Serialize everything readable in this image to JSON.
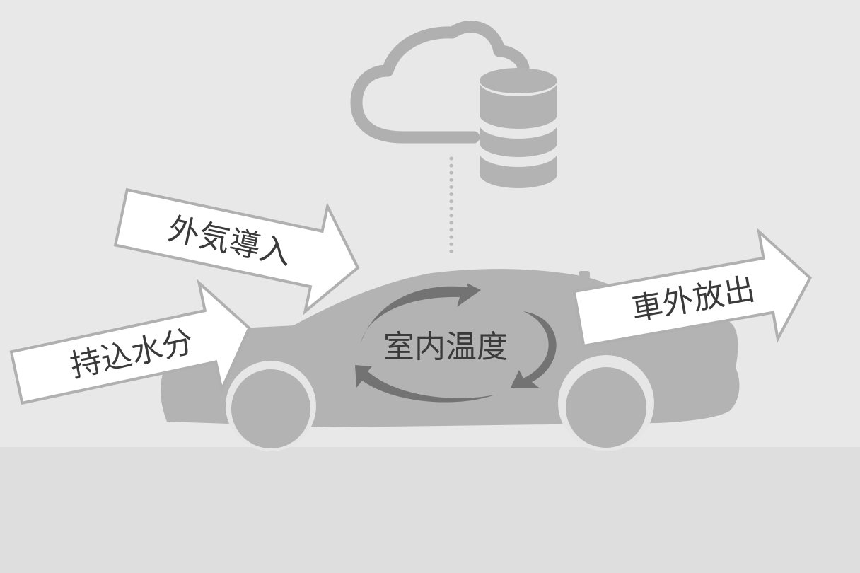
{
  "diagram": {
    "cloud_label": "",
    "labels": {
      "outside_air": "外気導入",
      "carried_moisture": "持込水分",
      "cabin_temp": "室内温度",
      "exhaust": "車外放出"
    },
    "icons": {
      "cloud": "cloud-icon",
      "database": "database-icon",
      "car": "car-icon",
      "recirculation": "circular-arrows-icon"
    },
    "colors": {
      "background": "#e8e8e8",
      "ground": "#dedede",
      "car_body": "#b3b3b3",
      "cloud_stroke": "#b0b0b0",
      "circular_arrows": "#737373",
      "arrow_fill": "#ffffff",
      "arrow_stroke": "#b0b0b0"
    }
  }
}
